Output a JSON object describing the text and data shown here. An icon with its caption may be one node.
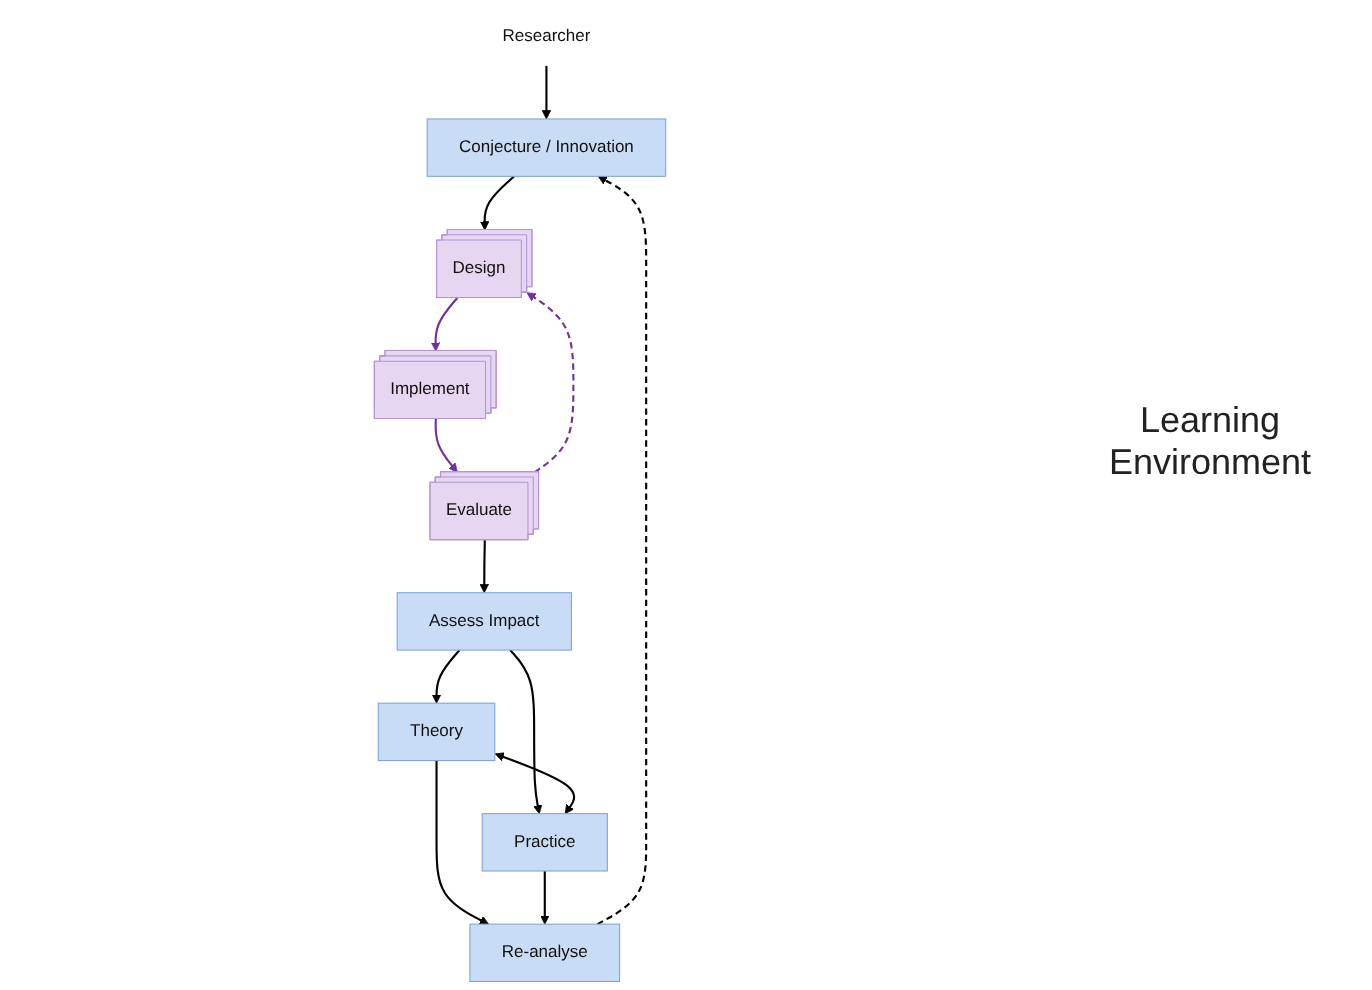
{
  "diagram": {
    "nodes": [
      {
        "text": [
          "Researcher"
        ]
      },
      {
        "text": [
          "Conjecture / Innovation"
        ]
      },
      {
        "text": [
          "Design"
        ]
      },
      {
        "text": [
          "Implement"
        ]
      },
      {
        "text": [
          "Evaluate"
        ]
      },
      {
        "text": [
          "Assess Impact"
        ]
      },
      {
        "text": [
          "Theory"
        ]
      },
      {
        "text": [
          "Practice"
        ]
      },
      {
        "text": [
          "Re-analyse"
        ]
      }
    ],
    "edges": [
      {
        "from": 0,
        "to": 1,
        "arrow": "to"
      },
      {
        "from": 1,
        "to": 2,
        "arrow": "to"
      },
      {
        "from": 2,
        "to": 3,
        "arrow": "to",
        "color": "#7030a0"
      },
      {
        "from": 3,
        "to": 4,
        "arrow": "to",
        "color": "#7030a0"
      },
      {
        "from": 4,
        "to": 2,
        "arrow": "to",
        "style": "dashed",
        "color": "#7030a0"
      },
      {
        "from": 4,
        "to": 5,
        "arrow": "to"
      },
      {
        "from": 5,
        "to": 6,
        "arrow": "to"
      },
      {
        "from": 5,
        "to": 7,
        "arrow": "to"
      },
      {
        "from": 6,
        "to": 7,
        "arrow": "both"
      },
      {
        "from": 6,
        "to": 8,
        "arrow": "to"
      },
      {
        "from": 7,
        "to": 8,
        "arrow": "to"
      },
      {
        "from": 8,
        "to": 1,
        "arrow": "to",
        "style": "dashed"
      }
    ],
    "labels": [
      "Learning Environment"
    ]
  }
}
